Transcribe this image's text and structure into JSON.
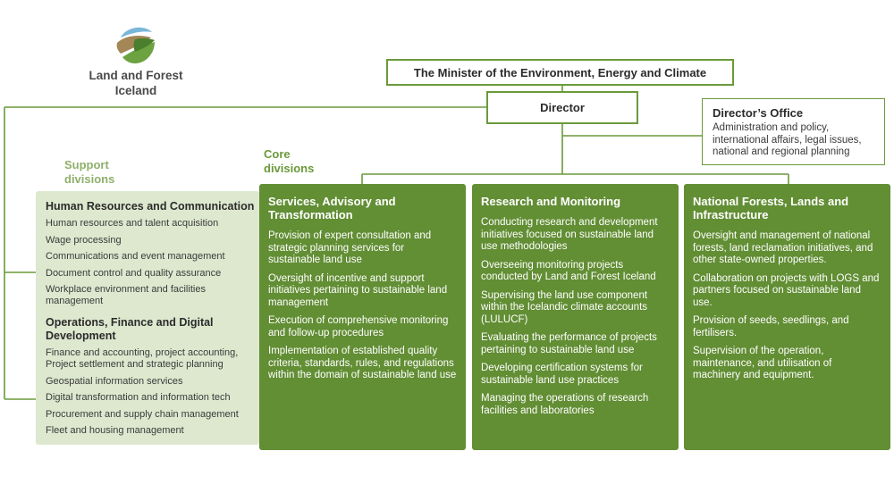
{
  "logo": {
    "icon": "land-and-forest-leaf-logo",
    "line1": "Land and Forest",
    "line2": "Iceland"
  },
  "minister": "The Minister of the Environment, Energy and Climate",
  "director": "Director",
  "office": {
    "title": "Director’s Office",
    "text": "Administration and policy, international affairs, legal issues, national and regional planning"
  },
  "labels": {
    "support_line1": "Support",
    "support_line2": "divisions",
    "core_line1": "Core",
    "core_line2": "divisions"
  },
  "support": {
    "groups": [
      {
        "title": "Human Resources and Communication",
        "items": [
          "Human resources and talent acquisition",
          "Wage processing",
          "Communications and event management",
          "Document control and quality assurance",
          "Workplace environment and facilities management"
        ]
      },
      {
        "title": "Operations, Finance and Digital Development",
        "items": [
          "Finance and accounting, project accounting, Project settlement and strategic planning",
          "Geospatial information services",
          "Digital transformation and information tech",
          "Procurement and supply chain management",
          "Fleet and housing management"
        ]
      }
    ]
  },
  "core": [
    {
      "title": "Services, Advisory and Transformation",
      "items": [
        "Provision of expert consultation and strategic planning services for sustainable land use",
        "Oversight of incentive and support initiatives pertaining to sustainable land management",
        "Execution of comprehensive monitoring and follow-up procedures",
        "Implementation of established quality criteria, standards, rules, and regulations within the domain of sustainable land use"
      ]
    },
    {
      "title": "Research and Monitoring",
      "items": [
        "Conducting research and development initiatives focused on sustainable land use methodologies",
        "Overseeing monitoring projects conducted by Land and Forest Iceland",
        "Supervising the land use component within the Icelandic climate accounts (LULUCF)",
        "Evaluating the performance of projects pertaining to sustainable land use",
        "Developing certification systems for sustainable land use practices",
        "Managing the operations of research facilities and laboratories"
      ]
    },
    {
      "title": "National Forests, Lands and Infrastructure",
      "items": [
        "Oversight and management of national forests, land reclamation initiatives, and other state-owned properties.",
        "Collaboration on projects with LOGS and partners focused on sustainable land use.",
        "Provision of seeds, seedlings, and fertilisers.",
        "Supervision of the operation, maintenance, and utilisation of machinery and equipment."
      ]
    }
  ],
  "colors": {
    "line": "#6a9a3a",
    "core_fill": "#628e34",
    "support_fill": "#dde8cf",
    "support_label": "#8fb06a"
  }
}
